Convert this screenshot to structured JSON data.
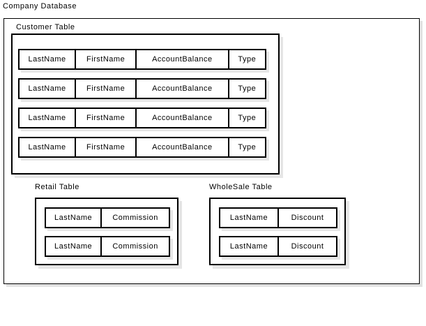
{
  "diagram": {
    "title": "Company Database",
    "colors": {
      "background": "#ffffff",
      "stroke": "#000000",
      "shadow": "#e6e6e6",
      "text": "#000000"
    }
  },
  "customer_table": {
    "label": "Customer Table",
    "columns": [
      "LastName",
      "FirstName",
      "AccountBalance",
      "Type"
    ],
    "rows": [
      {
        "cells": [
          "LastName",
          "FirstName",
          "AccountBalance",
          "Type"
        ]
      },
      {
        "cells": [
          "LastName",
          "FirstName",
          "AccountBalance",
          "Type"
        ]
      },
      {
        "cells": [
          "LastName",
          "FirstName",
          "AccountBalance",
          "Type"
        ]
      },
      {
        "cells": [
          "LastName",
          "FirstName",
          "AccountBalance",
          "Type"
        ]
      }
    ]
  },
  "retail_table": {
    "label": "Retail Table",
    "columns": [
      "LastName",
      "Commission"
    ],
    "rows": [
      {
        "cells": [
          "LastName",
          "Commission"
        ]
      },
      {
        "cells": [
          "LastName",
          "Commission"
        ]
      }
    ]
  },
  "wholesale_table": {
    "label": "WholeSale Table",
    "columns": [
      "LastName",
      "Discount"
    ],
    "rows": [
      {
        "cells": [
          "LastName",
          "Discount"
        ]
      },
      {
        "cells": [
          "LastName",
          "Discount"
        ]
      }
    ]
  }
}
